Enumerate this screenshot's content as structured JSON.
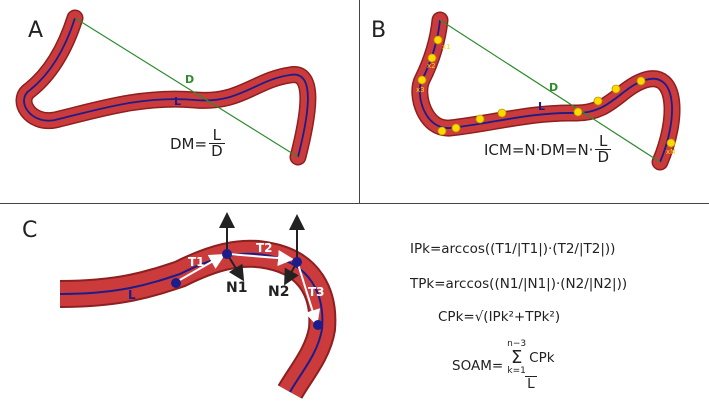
{
  "panels": {
    "a": {
      "label": "A",
      "chord_label": "D",
      "path_label": "L",
      "formula": {
        "lhs": "DM=",
        "num": "L",
        "den": "D"
      }
    },
    "b": {
      "label": "B",
      "chord_label": "D",
      "path_label": "L",
      "point_labels": [
        "x1",
        "x2",
        "x3",
        "xN"
      ],
      "formula": {
        "lhs": "ICM=N·DM=N·",
        "num": "L",
        "den": "D"
      }
    },
    "c": {
      "label": "C",
      "path_label": "L",
      "tangent_labels": [
        "T1",
        "T2",
        "T3"
      ],
      "normal_labels": [
        "N1",
        "N2"
      ]
    }
  },
  "formulas": {
    "ip": "IPk=arccos((T1/|T1|)·(T2/|T2|))",
    "tp": "TPk=arccos((N1/|N1|)·(N2/|N2|))",
    "cp": "CPk=√(IPk²+TPk²)",
    "soam": {
      "lhs": "SOAM=",
      "sum_top": "n−3",
      "sum_bottom": "k=1",
      "sum_term": "CPk",
      "den": "L"
    }
  },
  "colors": {
    "vessel": "#cc3b3b",
    "vessel_edge": "#8c1f1f",
    "centerline": "#1c1c8a",
    "chord": "#2e8b2e",
    "point": "#ffd800",
    "node": "#1c1c8a",
    "arrow": "#222222"
  }
}
